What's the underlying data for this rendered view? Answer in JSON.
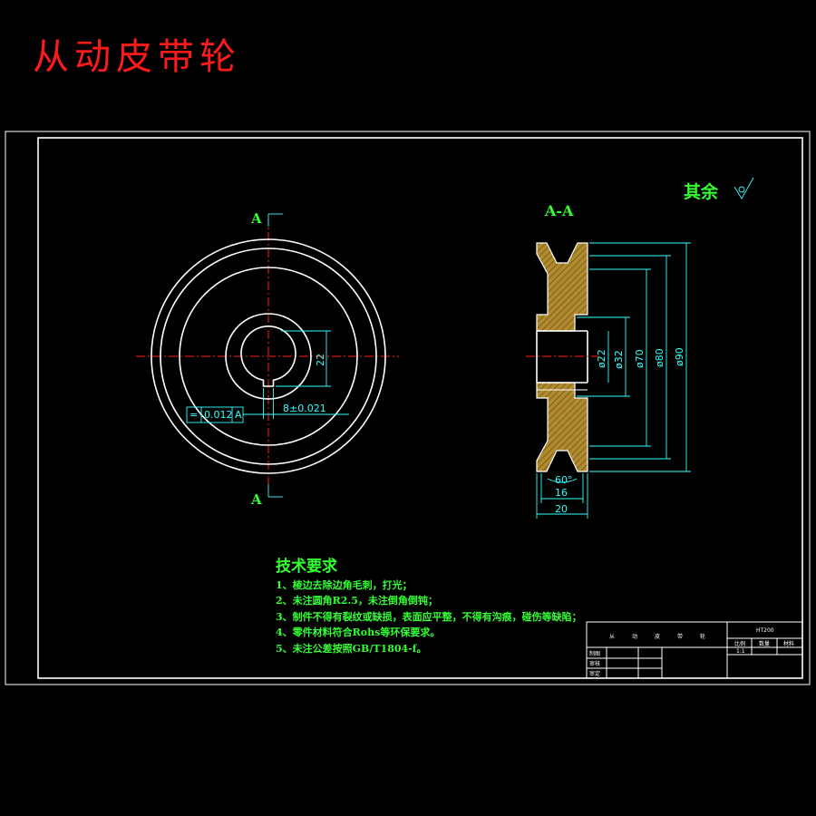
{
  "title": "从动皮带轮",
  "front_view": {
    "section_label_top": "A",
    "section_label_bottom": "A",
    "dim_keyway_height": "22",
    "dim_keyway_width": "8±0.021",
    "tolerance_symbol": "=",
    "tolerance_value": "0.012",
    "tolerance_datum": "A"
  },
  "section_view": {
    "label": "A-A",
    "dims": {
      "d22": "ø22",
      "d32": "ø32",
      "d70": "ø70",
      "d80": "ø80",
      "d90": "ø90",
      "angle": "60°",
      "groove_width": "16",
      "total_width": "20"
    }
  },
  "roughness_note": "其余",
  "tech_requirements": {
    "heading": "技术要求",
    "items": [
      "1、棱边去除边角毛刺，打光；",
      "2、未注圆角R2.5，未注倒角倒钝；",
      "3、制件不得有裂纹或缺损，表面应平整，不得有沟痕，碰伤等缺陷；",
      "4、零件材料符合Rohs等环保要求。",
      "5、未注公差按照GB/T1804-f。"
    ]
  },
  "title_block": {
    "name_cells": [
      "从",
      "动",
      "皮",
      "带",
      "轮"
    ],
    "material": "HT200",
    "headers": [
      "比例",
      "数量",
      "材料"
    ],
    "scale": "1:1",
    "rows": [
      "制图",
      "审核",
      "审定"
    ]
  }
}
